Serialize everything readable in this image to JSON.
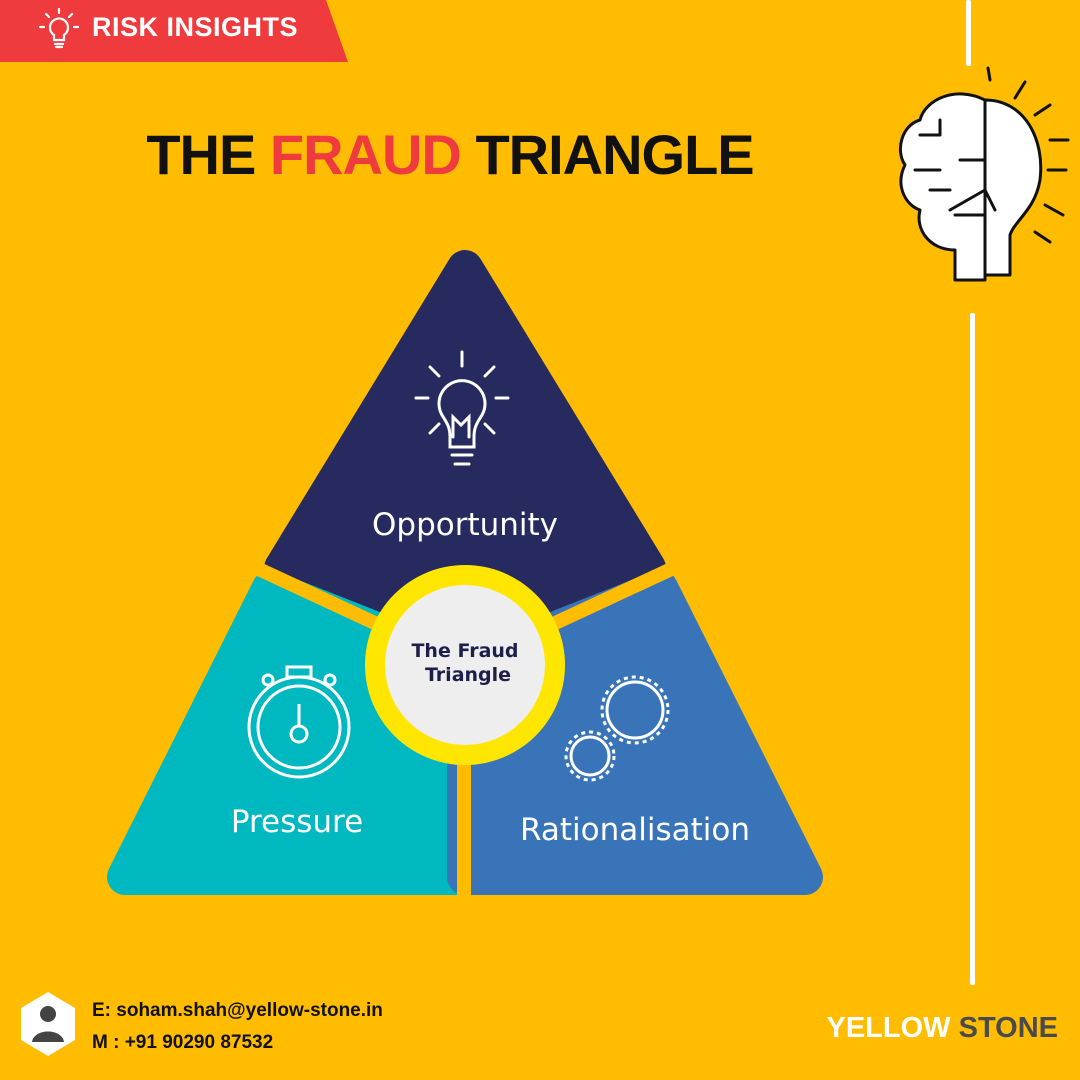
{
  "banner": {
    "label": "RISK INSIGHTS",
    "icon": "lightbulb-icon"
  },
  "title": {
    "part1": "THE",
    "highlight": "FRAUD",
    "part2": "TRIANGLE"
  },
  "triangle": {
    "center_label_line1": "The Fraud",
    "center_label_line2": "Triangle",
    "segments": [
      {
        "label": "Opportunity",
        "icon": "lightbulb-icon",
        "color": "#262A5E"
      },
      {
        "label": "Pressure",
        "icon": "stopwatch-icon",
        "color": "#00B8C0"
      },
      {
        "label": "Rationalisation",
        "icon": "gears-icon",
        "color": "#3A74B8"
      }
    ]
  },
  "contact": {
    "email": "E: soham.shah@yellow-stone.in",
    "phone": "M : +91 90290 87532"
  },
  "brand": {
    "word1": "YELLOW",
    "word2": "STONE"
  },
  "colors": {
    "background": "#FFBC00",
    "accent": "#EF3B3D",
    "ring": "#FFE600"
  }
}
